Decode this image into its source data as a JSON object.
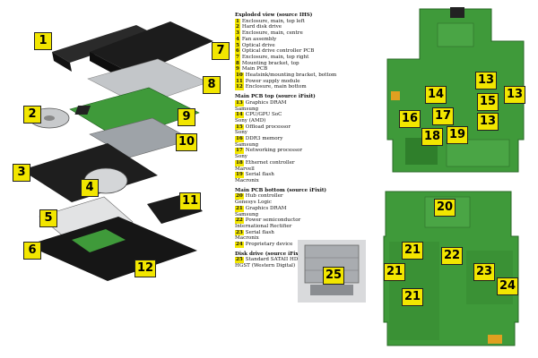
{
  "legend": {
    "sections": [
      {
        "title": "Exploded view (source IHS)",
        "entries": [
          {
            "num": "1",
            "text": "Enclosure, main, top left"
          },
          {
            "num": "2",
            "text": "Hard disk drive"
          },
          {
            "num": "3",
            "text": "Enclosure, main, centre"
          },
          {
            "num": "4",
            "text": "Fan assembly"
          },
          {
            "num": "5",
            "text": "Optical drive"
          },
          {
            "num": "6",
            "text": "Optical drive controller PCB"
          },
          {
            "num": "7",
            "text": "Enclosure, main, top right"
          },
          {
            "num": "8",
            "text": "Mounting bracket, top"
          },
          {
            "num": "9",
            "text": "Main PCB"
          },
          {
            "num": "10",
            "text": "Heatsink/mounting bracket, bottom"
          },
          {
            "num": "11",
            "text": "Power supply module"
          },
          {
            "num": "12",
            "text": "Enclosure, main bottom"
          }
        ]
      },
      {
        "title": "Main PCB top (source iFixit)",
        "entries": [
          {
            "num": "13",
            "text": "Graphics DRAM",
            "sub": "Samsung"
          },
          {
            "num": "14",
            "text": "CPU/GPU SoC",
            "sub": "Sony (AMD)"
          },
          {
            "num": "15",
            "text": "Offload processor",
            "sub": "Sony"
          },
          {
            "num": "16",
            "text": "DDR3 memory",
            "sub": "Samsung"
          },
          {
            "num": "17",
            "text": "Networking processor",
            "sub": "Sony"
          },
          {
            "num": "18",
            "text": "Ethernet controller",
            "sub": "Marvell"
          },
          {
            "num": "19",
            "text": "Serial flash",
            "sub": "Macronix"
          }
        ]
      },
      {
        "title": "Main PCB bottom (source iFixit)",
        "entries": [
          {
            "num": "20",
            "text": "Hub controller",
            "sub": "Genesys Logic"
          },
          {
            "num": "21",
            "text": "Graphics DRAM",
            "sub": "Samsung"
          },
          {
            "num": "22",
            "text": "Power semiconductor",
            "sub": "International Rectifier"
          },
          {
            "num": "23",
            "text": "Serial flash",
            "sub": "Macronix"
          },
          {
            "num": "24",
            "text": "Proprietary device"
          }
        ]
      },
      {
        "title": "Disk drive (source iFixit)",
        "entries": [
          {
            "num": "25",
            "text": "Standard SATAII HDD",
            "sub": "HGST (Western Digital)"
          }
        ]
      }
    ]
  },
  "exploded_labels": [
    "1",
    "2",
    "3",
    "4",
    "5",
    "6",
    "7",
    "8",
    "9",
    "10",
    "11",
    "12"
  ],
  "pcb_top_labels": [
    "13",
    "13",
    "14",
    "15",
    "16",
    "17",
    "18",
    "19",
    "13"
  ],
  "pcb_bottom_labels": [
    "20",
    "21",
    "22",
    "21",
    "23",
    "24",
    "21"
  ],
  "hdd_inset_label": "25",
  "colors": {
    "label_fill": "#f2e600",
    "pcb_green": "#3f9a3a",
    "enclosure": "#1b1b1b",
    "metal": "#b8bcc0"
  }
}
